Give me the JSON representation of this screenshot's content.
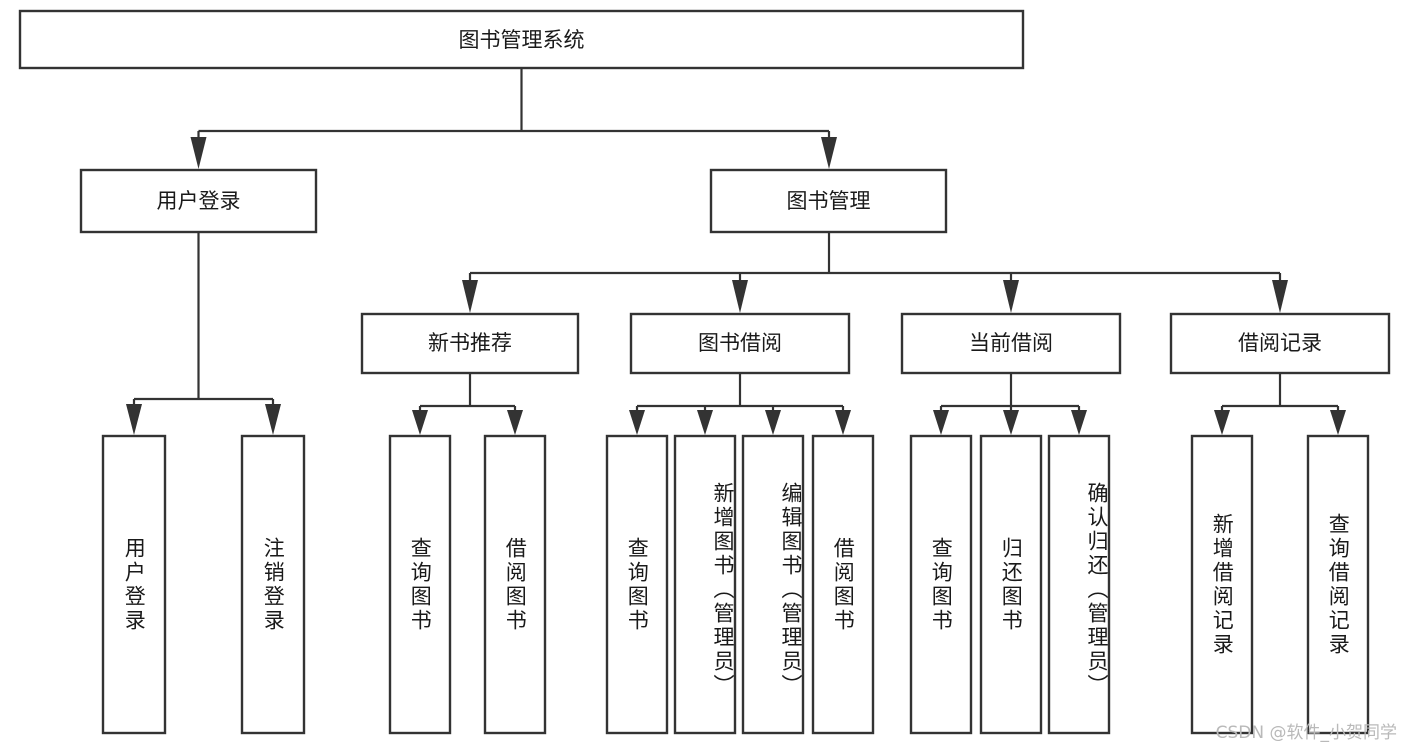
{
  "diagram": {
    "type": "tree",
    "title": "图书管理系统",
    "root": {
      "id": "root",
      "label": "图书管理系统",
      "orientation": "horizontal"
    },
    "level2": [
      {
        "id": "user-login",
        "label": "用户登录",
        "orientation": "horizontal"
      },
      {
        "id": "book-manage",
        "label": "图书管理",
        "orientation": "horizontal"
      }
    ],
    "level3": [
      {
        "id": "new-book-rec",
        "label": "新书推荐",
        "orientation": "horizontal",
        "parent": "book-manage"
      },
      {
        "id": "book-borrow",
        "label": "图书借阅",
        "orientation": "horizontal",
        "parent": "book-manage"
      },
      {
        "id": "current-borrow",
        "label": "当前借阅",
        "orientation": "horizontal",
        "parent": "book-manage"
      },
      {
        "id": "borrow-record",
        "label": "借阅记录",
        "orientation": "horizontal",
        "parent": "book-manage"
      }
    ],
    "leaves": [
      {
        "id": "leaf-user-login",
        "label": "用户登录",
        "orientation": "vertical",
        "parent": "user-login"
      },
      {
        "id": "leaf-user-logout",
        "label": "注销登录",
        "orientation": "vertical",
        "parent": "user-login"
      },
      {
        "id": "leaf-query-book-1",
        "label": "查询图书",
        "orientation": "vertical",
        "parent": "new-book-rec"
      },
      {
        "id": "leaf-borrow-book-1",
        "label": "借阅图书",
        "orientation": "vertical",
        "parent": "new-book-rec"
      },
      {
        "id": "leaf-query-book-2",
        "label": "查询图书",
        "orientation": "vertical",
        "parent": "book-borrow"
      },
      {
        "id": "leaf-add-book",
        "label": "新增图书（管理员）",
        "orientation": "vertical",
        "parent": "book-borrow"
      },
      {
        "id": "leaf-edit-book",
        "label": "编辑图书（管理员）",
        "orientation": "vertical",
        "parent": "book-borrow"
      },
      {
        "id": "leaf-borrow-book-2",
        "label": "借阅图书",
        "orientation": "vertical",
        "parent": "book-borrow"
      },
      {
        "id": "leaf-query-book-3",
        "label": "查询图书",
        "orientation": "vertical",
        "parent": "current-borrow"
      },
      {
        "id": "leaf-return-book",
        "label": "归还图书",
        "orientation": "vertical",
        "parent": "current-borrow"
      },
      {
        "id": "leaf-confirm-return",
        "label": "确认归还（管理员）",
        "orientation": "vertical",
        "parent": "current-borrow"
      },
      {
        "id": "leaf-add-record",
        "label": "新增借阅记录",
        "orientation": "vertical",
        "parent": "borrow-record"
      },
      {
        "id": "leaf-query-record",
        "label": "查询借阅记录",
        "orientation": "vertical",
        "parent": "borrow-record"
      }
    ],
    "colors": {
      "box_stroke": "#333333",
      "box_fill": "#ffffff",
      "connector": "#333333",
      "text": "#1a1a1a",
      "background": "#ffffff",
      "watermark": "#b9b9b9"
    }
  },
  "watermark": {
    "text": "CSDN @软件_小贺同学"
  }
}
